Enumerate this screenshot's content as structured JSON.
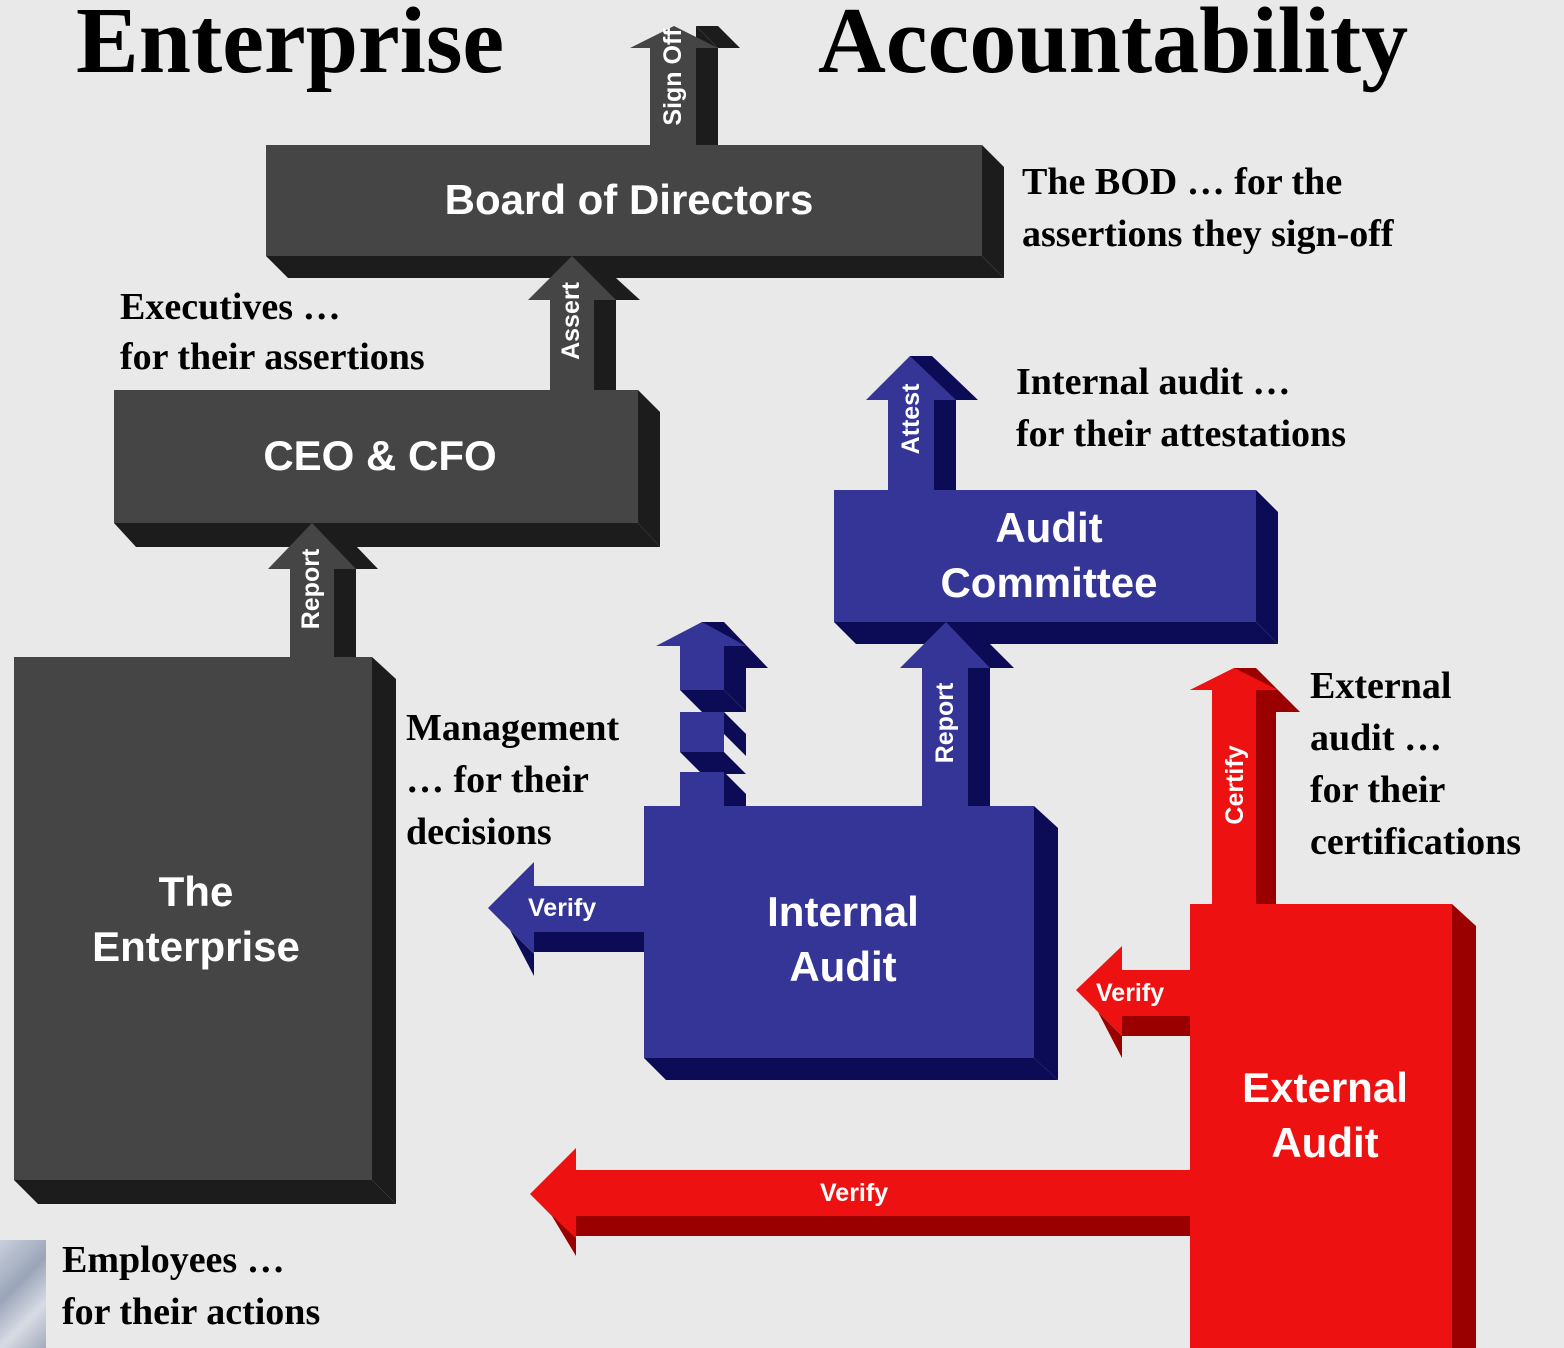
{
  "title": {
    "left": "Enterprise",
    "right": "Accountability"
  },
  "boxes": {
    "bod": "Board of Directors",
    "ceo": "CEO & CFO",
    "enterprise_line1": "The",
    "enterprise_line2": "Enterprise",
    "audit_committee_line1": "Audit",
    "audit_committee_line2": "Committee",
    "internal_audit_line1": "Internal",
    "internal_audit_line2": "Audit",
    "external_audit_line1": "External",
    "external_audit_line2": "Audit"
  },
  "arrows": {
    "sign_off": "Sign Off",
    "assert": "Assert",
    "report_enterprise": "Report",
    "attest": "Attest",
    "report_internal": "Report",
    "certify": "Certify",
    "verify_internal": "Verify",
    "verify_external_small": "Verify",
    "verify_external_long": "Verify"
  },
  "notes": {
    "bod_line1": "The BOD … for the",
    "bod_line2": "assertions they sign-off",
    "exec_line1": "Executives …",
    "exec_line2": "for their assertions",
    "ia_line1": "Internal audit …",
    "ia_line2": "for their attestations",
    "mgmt_line1": "Management",
    "mgmt_line2": "… for their",
    "mgmt_line3": "decisions",
    "ext_line1": "External",
    "ext_line2": "audit …",
    "ext_line3": "for their",
    "ext_line4": "certifications",
    "emp_line1": "Employees …",
    "emp_line2": "for their actions"
  },
  "colors": {
    "dark_face": "#454545",
    "dark_side": "#1c1c1c",
    "blue_face": "#353597",
    "blue_side": "#0b0b56",
    "red_face": "#ee1111",
    "red_side": "#9a0000"
  }
}
